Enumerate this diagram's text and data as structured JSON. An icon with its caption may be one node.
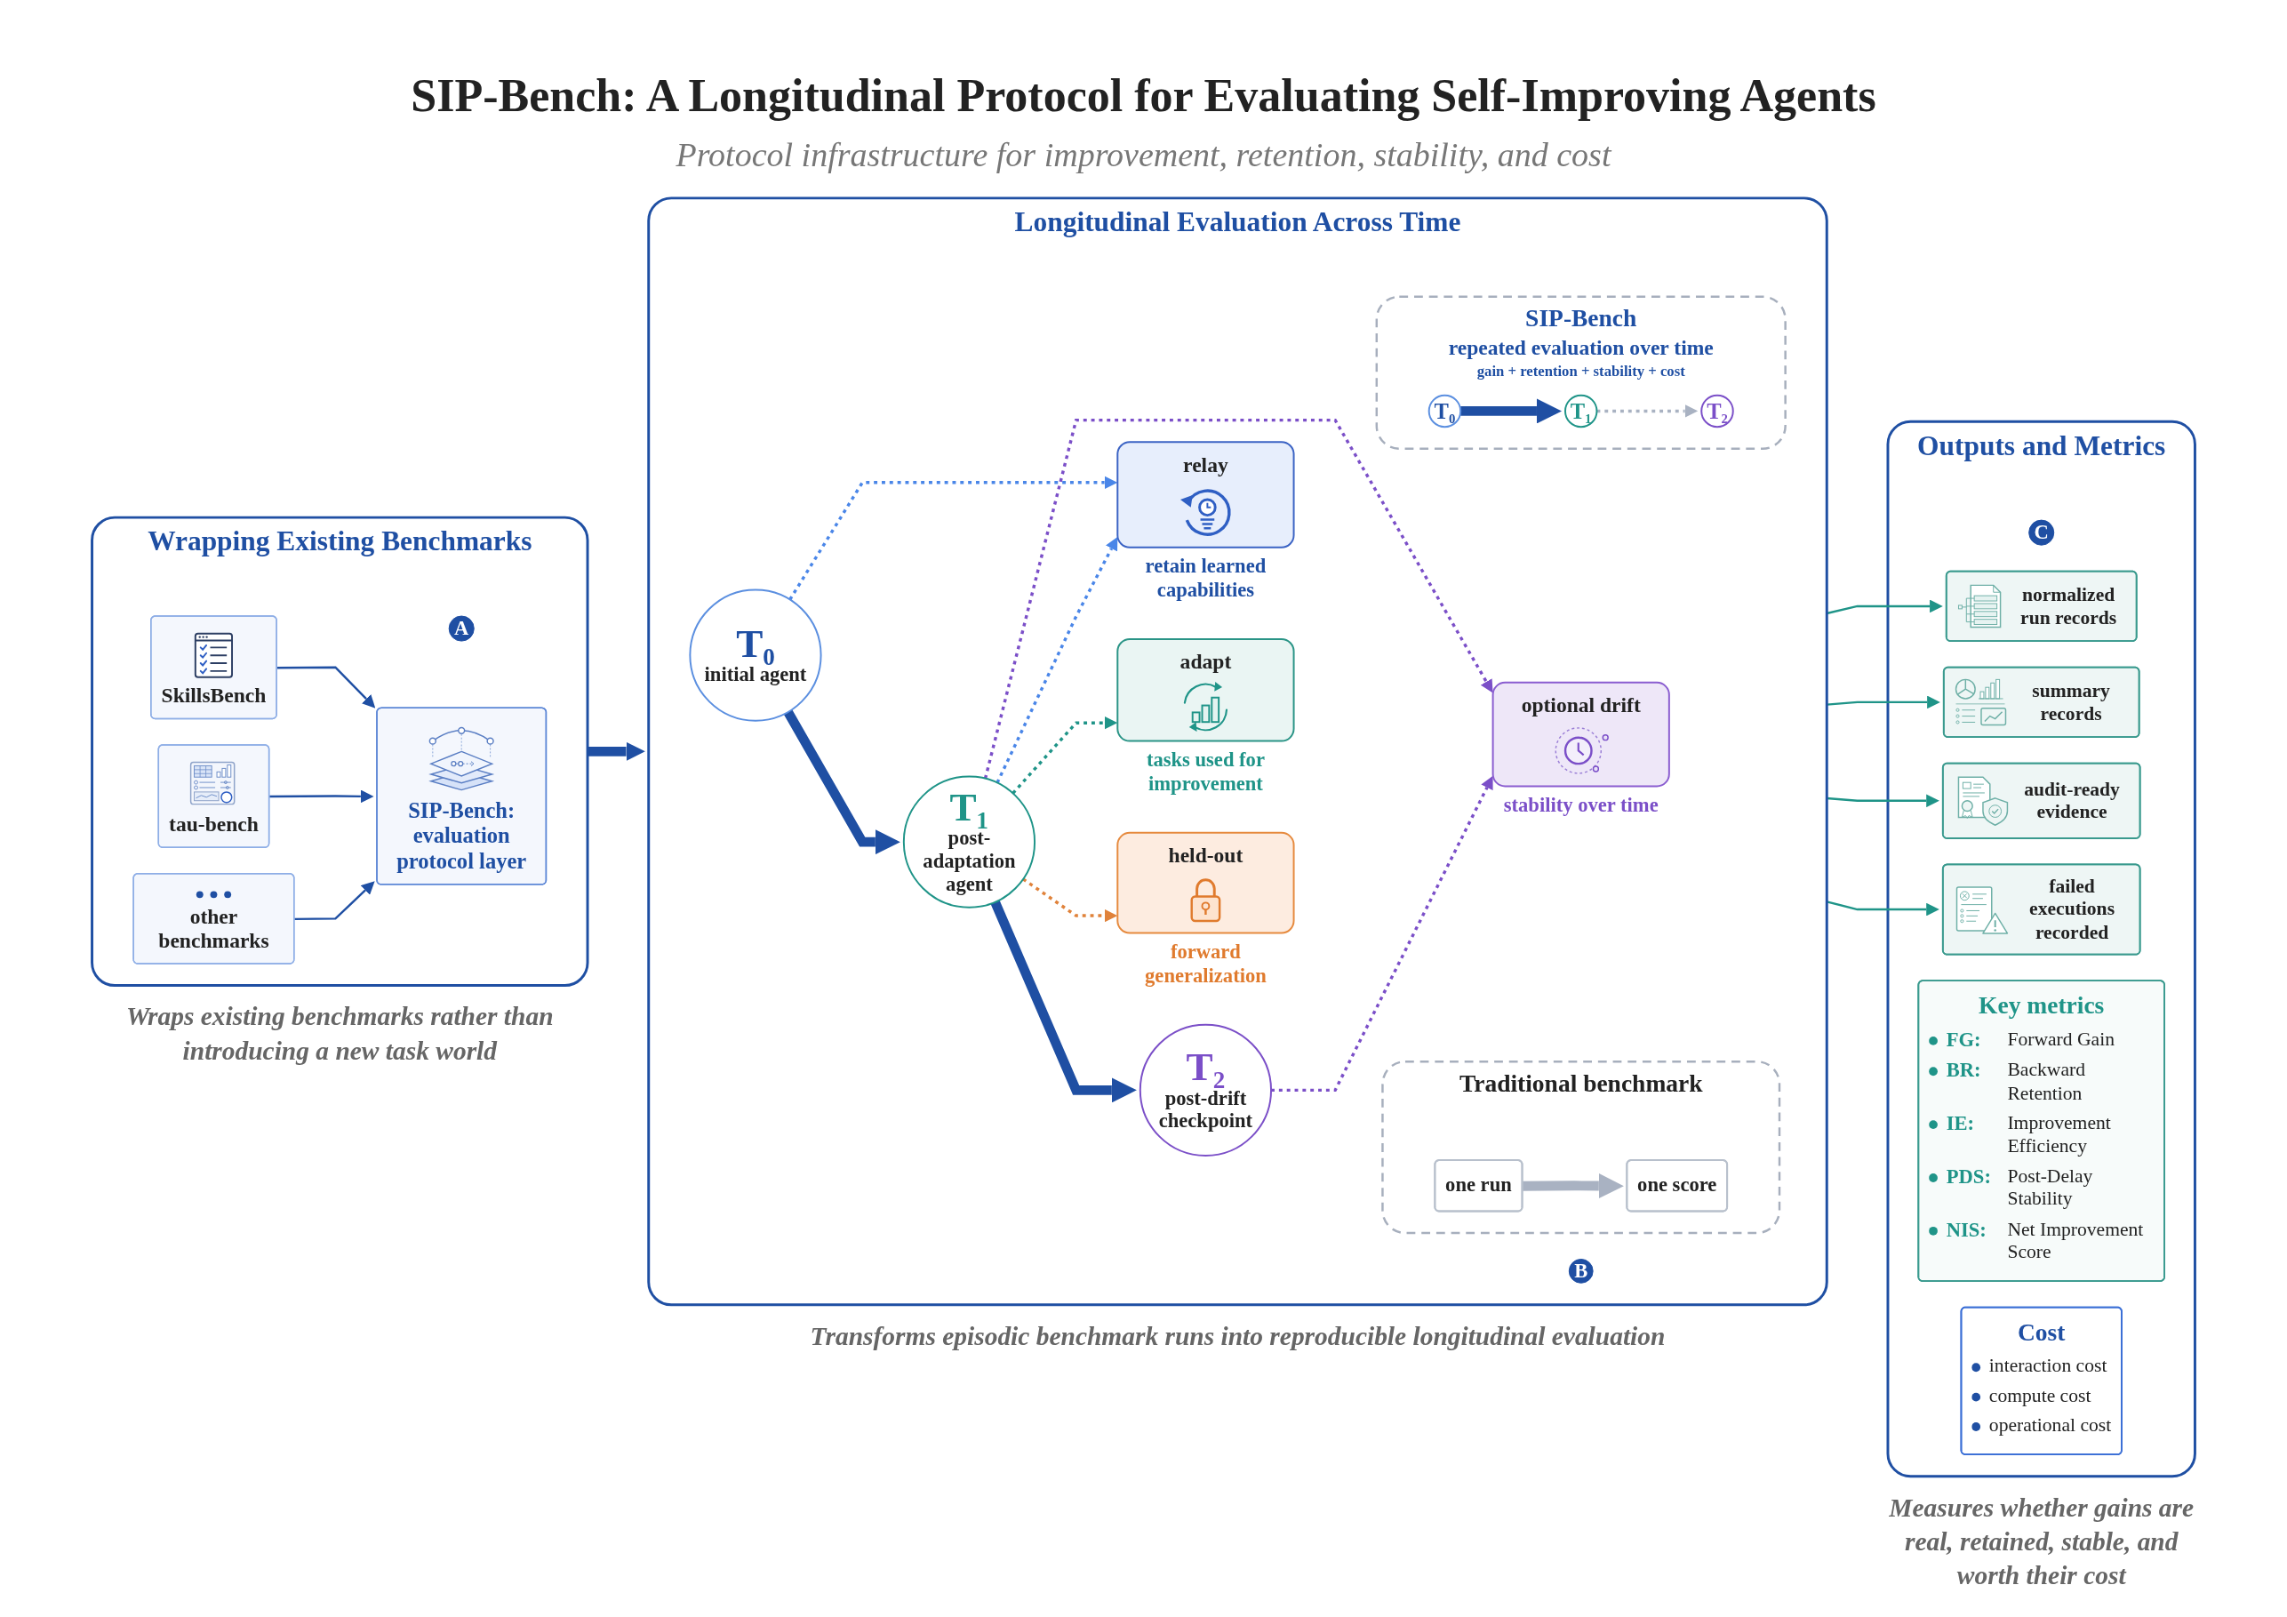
{
  "diagram": {
    "title": "SIP-Bench: A Longitudinal Protocol for Evaluating Self-Improving Agents",
    "nodes": [
      {
        "text": [
          "Wrapping Existing Benchmarks"
        ],
        "beside": [
          "Wraps existing benchmarks rather than introducing a new task world"
        ]
      },
      {
        "text": [
          "A"
        ],
        "in": 0
      },
      {
        "text": [
          "SkillsBench"
        ],
        "in": 0
      },
      {
        "text": [
          "tau-bench"
        ],
        "in": 0
      },
      {
        "text": [
          "other benchmarks"
        ],
        "in": 0
      },
      {
        "text": [
          "SIP-Bench: evaluation protocol layer"
        ],
        "in": 0
      },
      {
        "text": [
          "Longitudinal Evaluation Across Time"
        ],
        "beside": [
          "Transforms episodic benchmark runs into reproducible longitudinal evaluation"
        ]
      },
      {
        "text": [
          "B"
        ],
        "in": 6
      },
      {
        "text": [
          "T₀",
          "initial agent"
        ],
        "in": 6
      },
      {
        "text": [
          "T₁",
          "post-adaptation agent"
        ],
        "in": 6
      },
      {
        "text": [
          "T₂",
          "post-drift checkpoint"
        ],
        "in": 6
      },
      {
        "text": [
          "relay"
        ],
        "beside": [
          "retain learned capabilities"
        ],
        "in": 6
      },
      {
        "text": [
          "adapt"
        ],
        "beside": [
          "tasks used for improvement"
        ],
        "in": 6
      },
      {
        "text": [
          "held-out"
        ],
        "beside": [
          "forward generalization"
        ],
        "in": 6
      },
      {
        "text": [
          "optional drift"
        ],
        "beside": [
          "stability over time"
        ],
        "in": 6
      },
      {
        "text": [
          "Traditional benchmark"
        ],
        "in": 6
      },
      {
        "text": [
          "one run"
        ],
        "in": 15
      },
      {
        "text": [
          "one score"
        ],
        "in": 15
      },
      {
        "text": [
          "SIP-Bench",
          "repeated evaluation over time",
          "gain + retention + stability + cost"
        ],
        "in": 6
      },
      {
        "text": [
          "T₀"
        ],
        "in": 18
      },
      {
        "text": [
          "T₁"
        ],
        "in": 18
      },
      {
        "text": [
          "T₂"
        ],
        "in": 18
      },
      {
        "text": [
          "Outputs and Metrics"
        ],
        "beside": [
          "Measures whether gains are real, retained, stable, and worth their cost"
        ]
      },
      {
        "text": [
          "C"
        ],
        "in": 22
      },
      {
        "text": [
          "normalized run records"
        ],
        "in": 22
      },
      {
        "text": [
          "summary records"
        ],
        "in": 22
      },
      {
        "text": [
          "audit-ready evidence"
        ],
        "in": 22
      },
      {
        "text": [
          "failed executions recorded"
        ],
        "in": 22
      },
      {
        "text": [
          "Key metrics",
          "FG:",
          "Forward Gain",
          "BR:",
          "Backward Retention",
          "IE:",
          "Improvement Efficiency",
          "PDS:",
          "Post-Delay Stability",
          "NIS:",
          "Net Improvement Score"
        ],
        "in": 22
      },
      {
        "text": [
          "Cost",
          "interaction cost",
          "compute cost",
          "operational cost"
        ],
        "in": 22
      }
    ],
    "edges": [
      {
        "from": 2,
        "to": 5,
        "arrow": "to"
      },
      {
        "from": 3,
        "to": 5,
        "arrow": "to"
      },
      {
        "from": 4,
        "to": 5,
        "arrow": "to"
      },
      {
        "from": 0,
        "to": 6,
        "arrow": "to",
        "style": "thick"
      },
      {
        "from": 8,
        "to": 9,
        "arrow": "to",
        "style": "thick"
      },
      {
        "from": 9,
        "to": 10,
        "arrow": "to",
        "style": "thick"
      },
      {
        "from": 8,
        "to": 11,
        "arrow": "to",
        "style": "dashed",
        "color": "#4a86e8"
      },
      {
        "from": 9,
        "to": 11,
        "arrow": "to",
        "style": "dashed",
        "color": "#4a86e8"
      },
      {
        "from": 9,
        "to": 12,
        "arrow": "to",
        "style": "dashed",
        "color": "#1f9488"
      },
      {
        "from": 9,
        "to": 13,
        "arrow": "to",
        "style": "dashed",
        "color": "#e0823a"
      },
      {
        "from": 9,
        "to": 14,
        "arrow": "to",
        "style": "dashed",
        "color": "#7b4fc8"
      },
      {
        "from": 10,
        "to": 14,
        "arrow": "to",
        "style": "dashed",
        "color": "#7b4fc8"
      },
      {
        "from": 16,
        "to": 17,
        "arrow": "to",
        "style": "thick",
        "color": "#a9b2c2"
      },
      {
        "from": 19,
        "to": 20,
        "arrow": "to",
        "style": "thick"
      },
      {
        "from": 20,
        "to": 21,
        "arrow": "to",
        "style": "dashed",
        "color": "#a9b2c2"
      },
      {
        "from": 6,
        "to": 24,
        "arrow": "to",
        "color": "#1f9488"
      },
      {
        "from": 6,
        "to": 25,
        "arrow": "to",
        "color": "#1f9488"
      },
      {
        "from": 6,
        "to": 26,
        "arrow": "to",
        "color": "#1f9488"
      },
      {
        "from": 6,
        "to": 27,
        "arrow": "to",
        "color": "#1f9488"
      }
    ],
    "labels": [
      "Protocol infrastructure for improvement, retention, stability, and cost"
    ]
  }
}
